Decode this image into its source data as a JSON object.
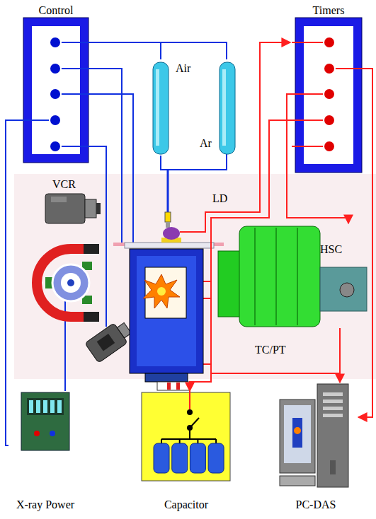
{
  "diagram": {
    "nodes": [
      {
        "text": [
          "Control"
        ]
      },
      {
        "text": [
          "Timers"
        ]
      },
      {
        "text": [
          "Air"
        ]
      },
      {
        "text": [
          "Ar"
        ]
      },
      {
        "text": [
          "VCR"
        ]
      },
      {
        "text": [
          "HSC"
        ]
      },
      {
        "text": [
          "X-ray Power"
        ]
      },
      {
        "text": [
          "Capacitor"
        ]
      },
      {
        "text": [
          "PC-DAS"
        ]
      }
    ],
    "edges": [
      {
        "from": 0,
        "to": 2,
        "arrow": "none"
      },
      {
        "from": 0,
        "to": 3,
        "arrow": "none"
      },
      {
        "from": 0,
        "to": 6,
        "arrow": "none"
      },
      {
        "from": 1,
        "to": 5,
        "arrow": "to"
      },
      {
        "from": 1,
        "to": 7,
        "arrow": "to"
      },
      {
        "from": 1,
        "to": 8,
        "arrow": "to"
      },
      {
        "from": 5,
        "to": 8,
        "arrow": "to"
      }
    ],
    "labels": [
      "LD",
      "TC/PT"
    ]
  }
}
